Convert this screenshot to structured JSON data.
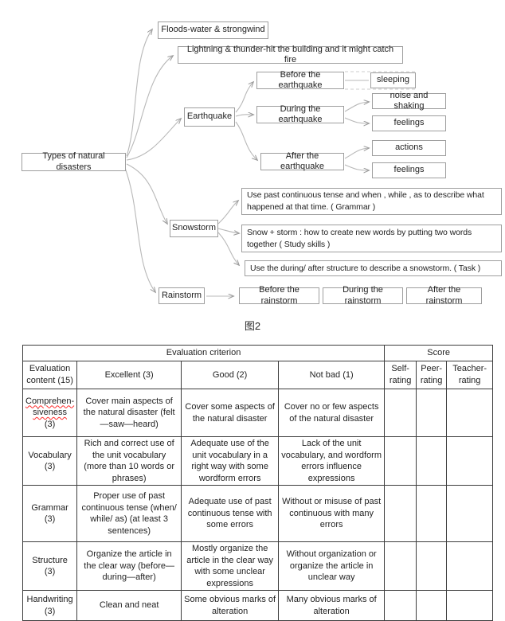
{
  "diagram": {
    "root": "Types of natural disasters",
    "floods": "Floods-water & strongwind",
    "lightning": "Lightning & thunder-hit the building and it might catch fire",
    "earthquake": "Earthquake",
    "before_eq": "Before the earthquake",
    "sleeping": "sleeping",
    "during_eq": "During the earthquake",
    "noise": "noise and shaking",
    "feelings1": "feelings",
    "after_eq": "After the earthquake",
    "actions": "actions",
    "feelings2": "feelings",
    "snowstorm": "Snowstorm",
    "grammar_note": "Use past continuous tense and when , while , as to describe what happened at that time. ( Grammar )",
    "study_note": "Snow + storm : how to create new words by putting two words together ( Study skills )",
    "task_note": "Use the during/ after structure to describe a snowstorm. ( Task )",
    "rainstorm": "Rainstorm",
    "before_rain": "Before the rainstorm",
    "during_rain": "During the rainstorm",
    "after_rain": "After the rainstorm",
    "caption": "图2"
  },
  "table": {
    "group_headers": {
      "criterion": "Evaluation criterion",
      "score": "Score"
    },
    "col_headers": [
      "Evaluation content (15)",
      "Excellent (3)",
      "Good (2)",
      "Not bad (1)",
      "Self-rating",
      "Peer-rating",
      "Teacher-rating"
    ],
    "rows": [
      {
        "name": "Comprehen-siveness",
        "points": "(3)",
        "excellent": "Cover main aspects of the natural disaster (felt—saw—heard)",
        "good": "Cover some aspects of the natural disaster",
        "not_bad": "Cover no or few aspects of the natural disaster",
        "self": "",
        "peer": "",
        "teacher": ""
      },
      {
        "name": "Vocabulary",
        "points": "(3)",
        "excellent": "Rich and correct use of the unit vocabulary (more than 10 words or phrases)",
        "good": "Adequate use of the unit vocabulary in a right way with some wordform errors",
        "not_bad": "Lack of the unit vocabulary, and wordform errors influence expressions",
        "self": "",
        "peer": "",
        "teacher": ""
      },
      {
        "name": "Grammar",
        "points": "(3)",
        "excellent": "Proper use of past continuous tense (when/ while/ as) (at least 3 sentences)",
        "good": "Adequate use of past continuous tense with some errors",
        "not_bad": "Without or misuse of past continuous with many errors",
        "self": "",
        "peer": "",
        "teacher": ""
      },
      {
        "name": "Structure",
        "points": "(3)",
        "excellent": "Organize the article in the clear way (before—during—after)",
        "good": "Mostly organize the article in the clear way with some unclear expressions",
        "not_bad": "Without organization or organize the article in unclear way",
        "self": "",
        "peer": "",
        "teacher": ""
      },
      {
        "name": "Handwriting",
        "points": "(3)",
        "excellent": "Clean and neat",
        "good": "Some obvious marks of alteration",
        "not_bad": "Many obvious marks of alteration",
        "self": "",
        "peer": "",
        "teacher": ""
      }
    ]
  }
}
